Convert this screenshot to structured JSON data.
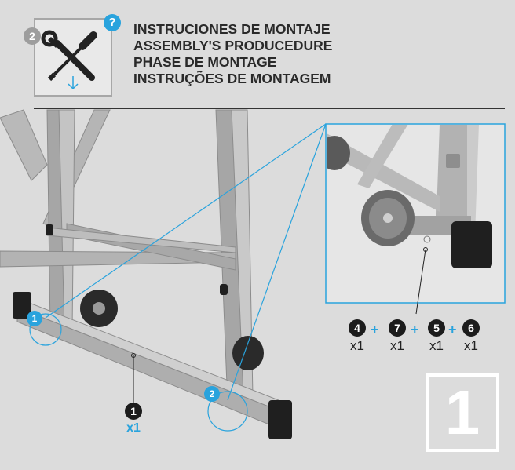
{
  "header": {
    "step_badge": "2",
    "help_badge": "?",
    "titles": [
      "INSTRUCIONES DE MONTAJE",
      "ASSEMBLY'S PRODUCEDURE",
      "PHASE DE MONTAGE",
      "INSTRUÇÕES DE MONTAGEM"
    ]
  },
  "step_number": "1",
  "callouts": {
    "left_pin": "1",
    "right_pin": "2"
  },
  "main_part": {
    "number": "1",
    "qty": "x1"
  },
  "parts": [
    {
      "number": "4",
      "qty": "x1"
    },
    {
      "number": "7",
      "qty": "x1"
    },
    {
      "number": "5",
      "qty": "x1"
    },
    {
      "number": "6",
      "qty": "x1"
    }
  ],
  "plus_sign": "+",
  "colors": {
    "accent": "#29a3dd",
    "background": "#dcdcdc",
    "metal": "#a9a9a9",
    "dark": "#1c1c1c"
  },
  "icons": [
    "tools-icon",
    "arrow-down-icon",
    "help-icon"
  ]
}
